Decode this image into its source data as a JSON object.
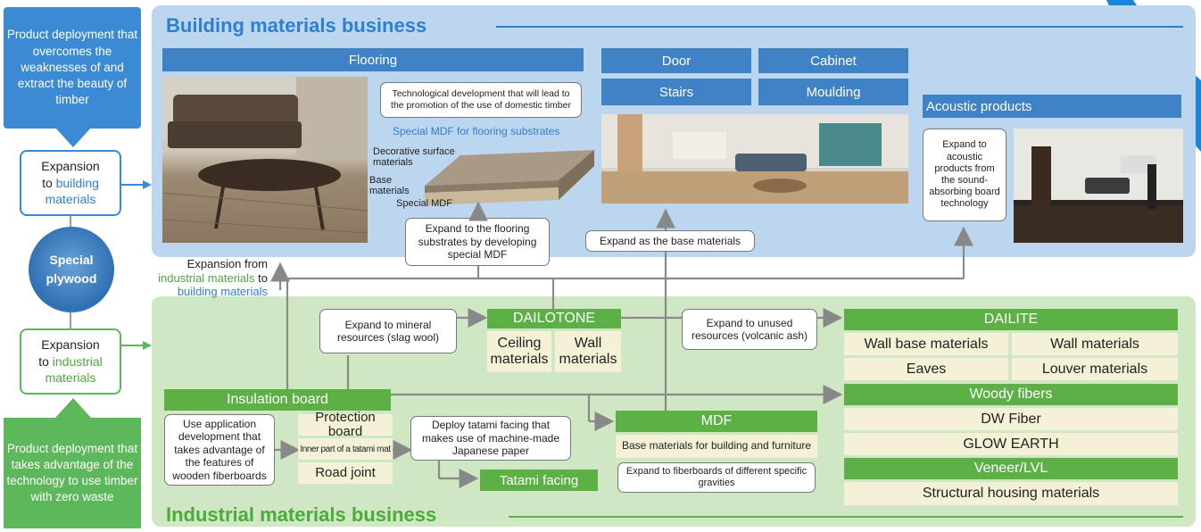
{
  "left": {
    "top_note": "Product deployment that overcomes the weaknesses of and extract the beauty of timber",
    "exp_building_1": "Expansion",
    "exp_building_2": "to ",
    "exp_building_3": "building",
    "exp_building_4": "materials",
    "special_1": "Special",
    "special_2": "plywood",
    "exp_ind_1": "Expansion",
    "exp_ind_2": "to ",
    "exp_ind_3": "industrial",
    "exp_ind_4": "materials",
    "bottom_note": "Product deployment that takes advantage of the technology to use timber with zero waste"
  },
  "building": {
    "title": "Building materials business",
    "flooring": "Flooring",
    "door": "Door",
    "cabinet": "Cabinet",
    "stairs": "Stairs",
    "moulding": "Moulding",
    "acoustic": "Acoustic products",
    "tech_note": "Technological development that will lead to the promotion of the use of domestic timber",
    "mdf_caption": "Special MDF for flooring substrates",
    "lbl_decorative": "Decorative surface materials",
    "lbl_base": "Base materials",
    "lbl_special": "Special MDF",
    "acoustic_note": "Expand to acoustic products from the sound-absorbing board technology"
  },
  "connectors": {
    "flooring_sub": "Expand to the flooring substrates by developing special MDF",
    "base_mat": "Expand as the base materials",
    "exp_from_1": "Expansion from",
    "exp_from_ind": "industrial materials",
    "exp_from_to": " to",
    "exp_from_bld": "building materials"
  },
  "industrial": {
    "title": "Industrial materials business",
    "mineral_note": "Expand to mineral resources (slag wool)",
    "dailotone": "DAILOTONE",
    "ceiling": "Ceiling materials",
    "wall": "Wall materials",
    "unused_note": "Expand to unused resources (volcanic ash)",
    "dailite": "DAILITE",
    "dailite_items": [
      "Wall base materials",
      "Wall materials",
      "Eaves",
      "Louver materials"
    ],
    "woody": "Woody fibers",
    "dw": "DW Fiber",
    "glow": "GLOW EARTH",
    "veneer": "Veneer/LVL",
    "structural": "Structural housing materials",
    "insulation": "Insulation board",
    "use_note": "Use application development that takes advantage of the features of wooden fiberboards",
    "protection": "Protection board",
    "inner": "Inner part of a tatami mat",
    "road": "Road joint",
    "tatami_note": "Deploy tatami facing that makes use of machine-made Japanese paper",
    "tatami": "Tatami facing",
    "mdf": "MDF",
    "mdf_base": "Base materials for building and furniture",
    "fiber_note": "Expand to fiberboards of different specific gravities"
  }
}
